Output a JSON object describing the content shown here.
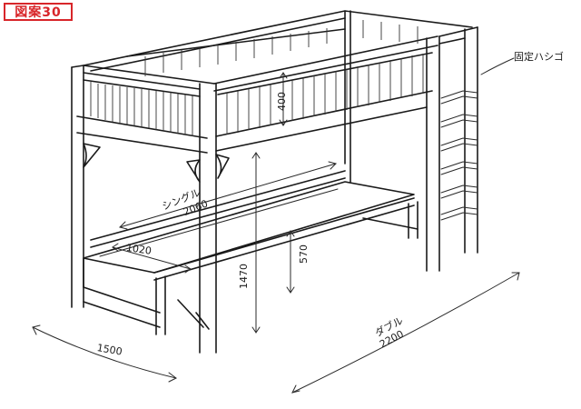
{
  "figure_label": "図案30",
  "annotations": {
    "fixed_ladder": "固定ハシゴ",
    "guard_height": "400",
    "single_label": "シングル",
    "single_length": "2060",
    "inner_width": "1020",
    "total_height": "1470",
    "lower_height": "570",
    "double_label": "ダブル",
    "double_length": "2200",
    "width": "1500"
  },
  "colors": {
    "label_red": "#d8262a",
    "ink": "#1a1a1a"
  }
}
